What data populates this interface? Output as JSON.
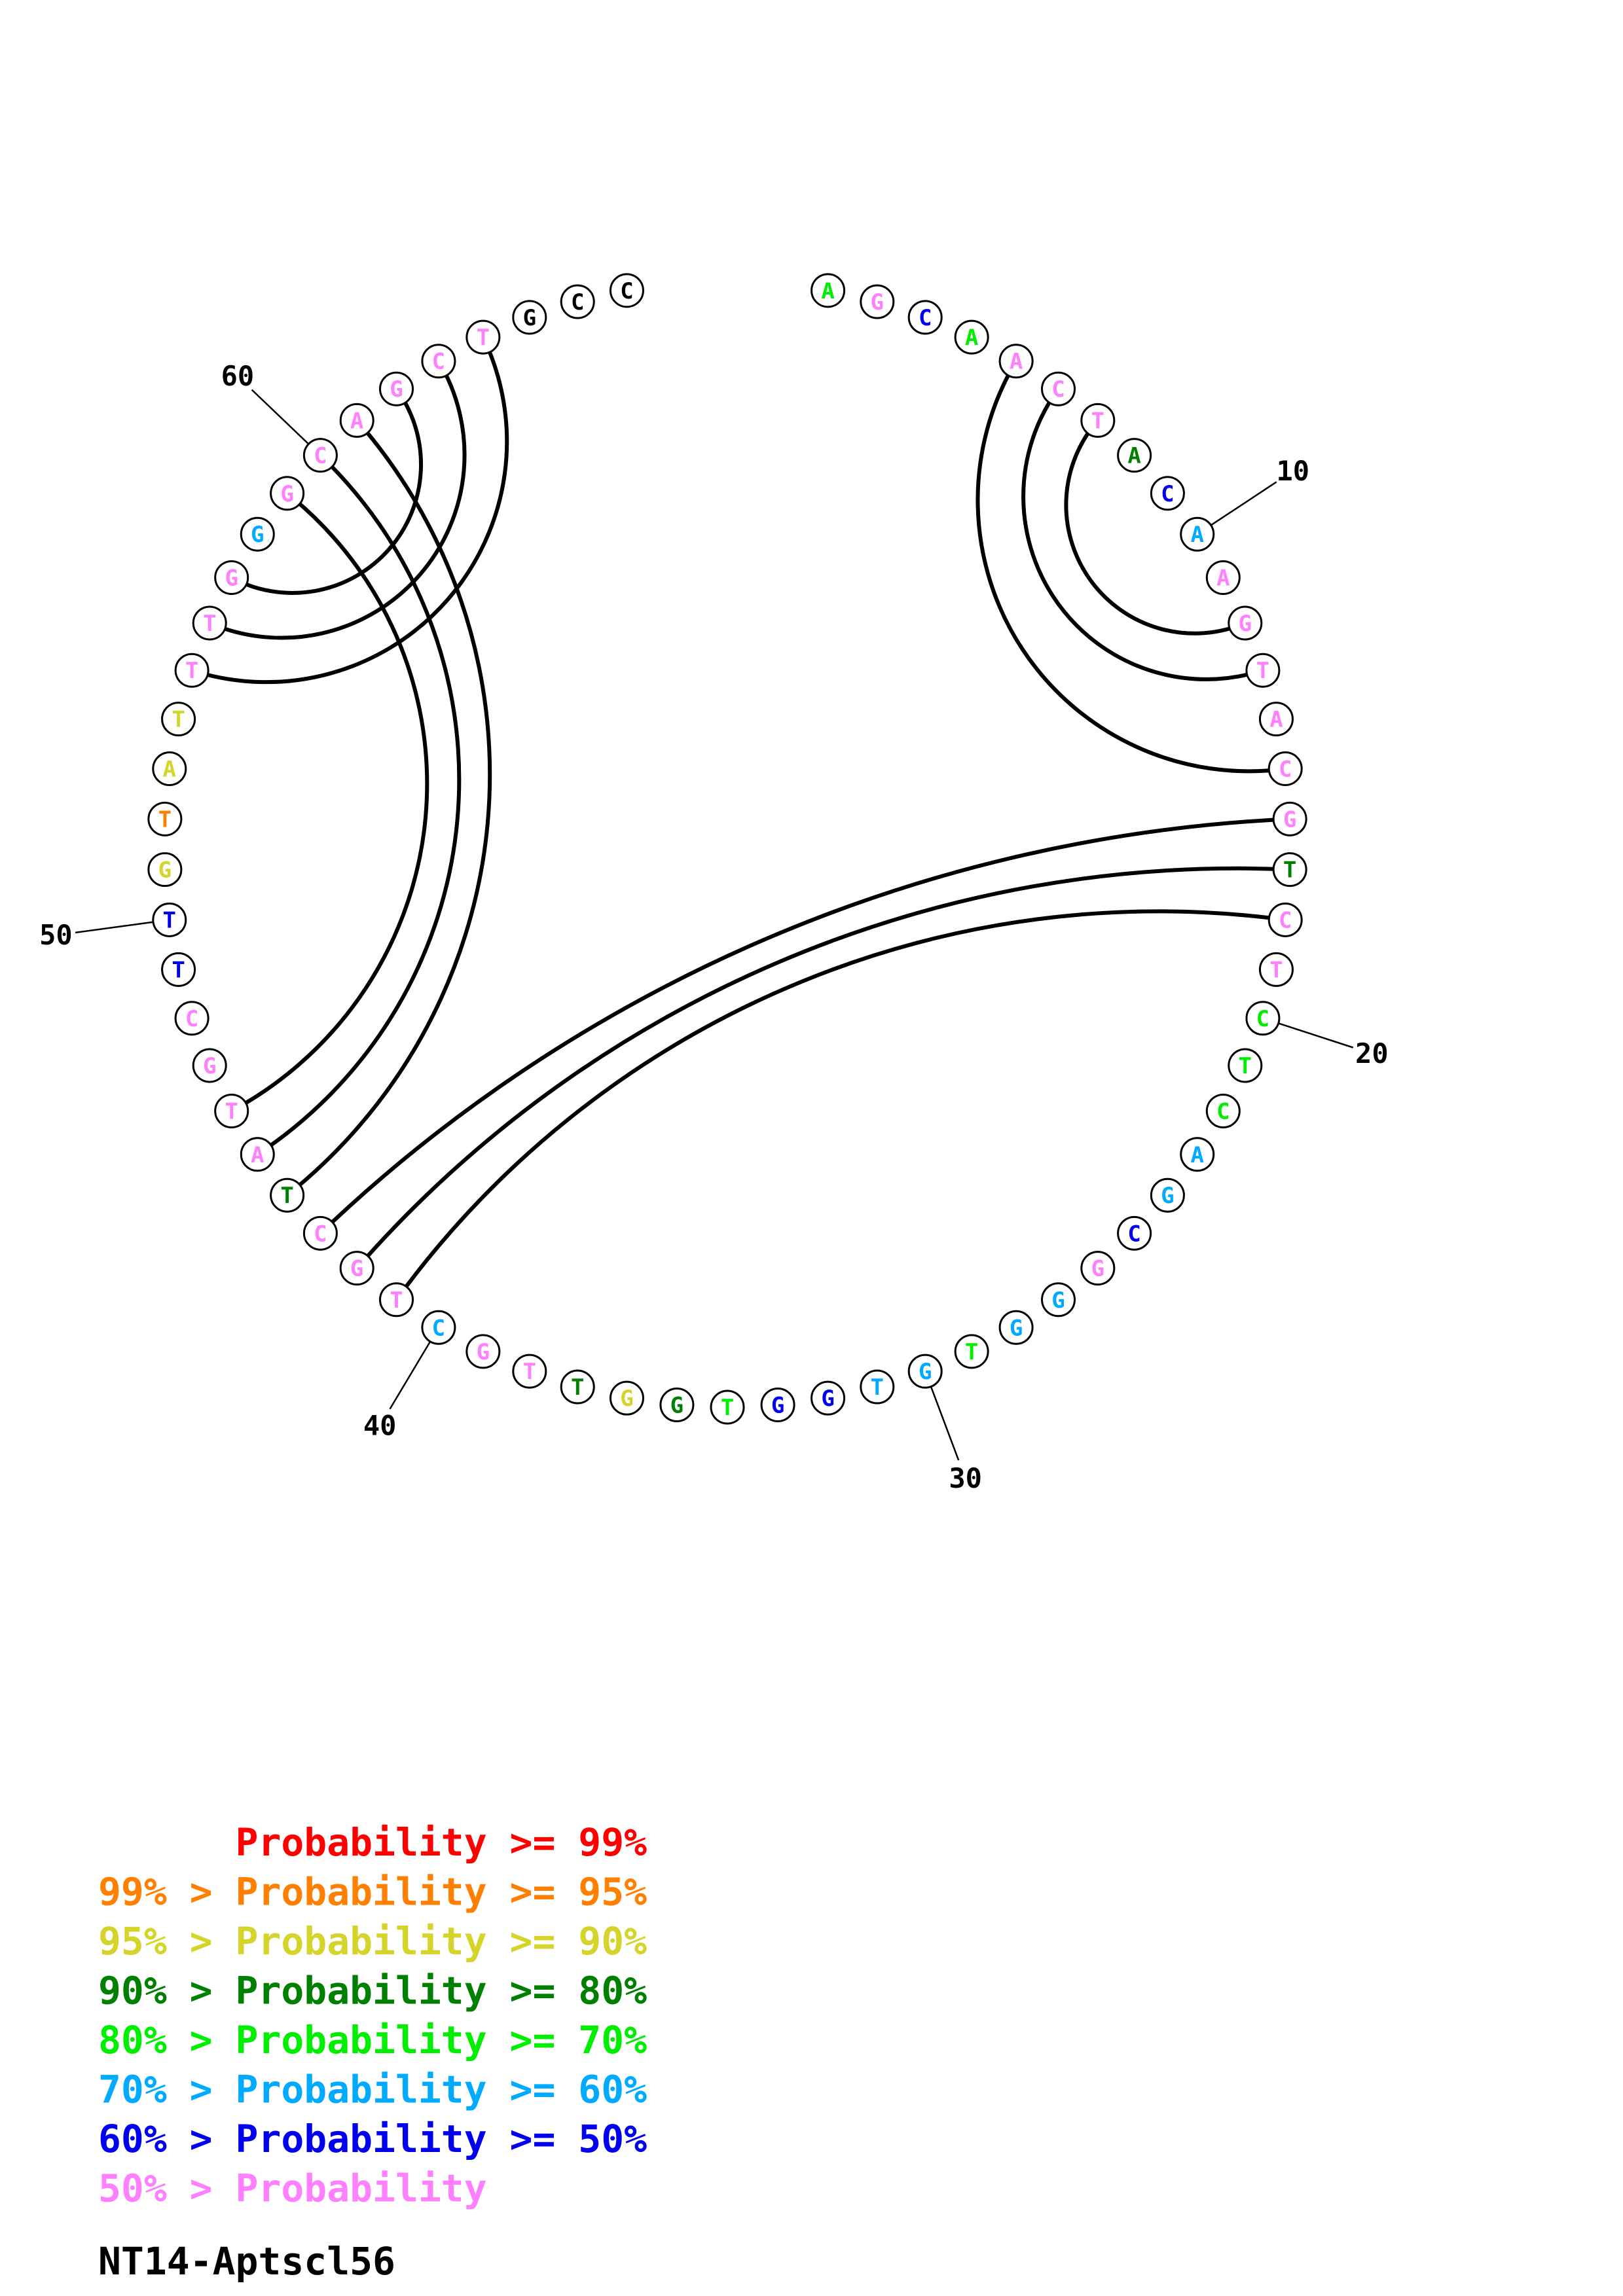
{
  "title": "NT14-Aptscl56",
  "sequence": "AGCAACTACAAGTACGTCTCTCAGCGGGTGTGGTGGTTGCTGCTATGCTTGTATTTGGGCAGCTGCC",
  "colors": {
    "red": "#ff0000",
    "orange": "#ff8000",
    "yellow": "#d4d42a",
    "darkgreen": "#008000",
    "green": "#00ee00",
    "cyan": "#00aaff",
    "blue": "#0000ee",
    "pink": "#ff80ff"
  },
  "base_colors": [
    "green",
    "pink",
    "blue",
    "green",
    "pink",
    "pink",
    "pink",
    "darkgreen",
    "blue",
    "cyan",
    "pink",
    "pink",
    "pink",
    "pink",
    "pink",
    "pink",
    "darkgreen",
    "pink",
    "pink",
    "green",
    "green",
    "green",
    "cyan",
    "cyan",
    "blue",
    "pink",
    "cyan",
    "cyan",
    "green",
    "cyan",
    "cyan",
    "blue",
    "blue",
    "green",
    "darkgreen",
    "yellow",
    "darkgreen",
    "pink",
    "pink",
    "cyan",
    "pink",
    "pink",
    "pink",
    "darkgreen",
    "pink",
    "pink",
    "pink",
    "pink",
    "blue",
    "blue",
    "yellow",
    "orange",
    "yellow",
    "yellow",
    "pink",
    "pink",
    "pink",
    "cyan",
    "pink",
    "pink",
    "pink",
    "pink",
    "pink",
    "pink"
  ],
  "pairs": [
    [
      5,
      15
    ],
    [
      6,
      13
    ],
    [
      7,
      12
    ],
    [
      16,
      43
    ],
    [
      17,
      42
    ],
    [
      18,
      41
    ],
    [
      44,
      61
    ],
    [
      45,
      60
    ],
    [
      46,
      59
    ],
    [
      55,
      64
    ],
    [
      56,
      63
    ],
    [
      57,
      62
    ]
  ],
  "tick_labels": [
    {
      "base": 10,
      "text": "10"
    },
    {
      "base": 20,
      "text": "20"
    },
    {
      "base": 30,
      "text": "30"
    },
    {
      "base": 40,
      "text": "40"
    },
    {
      "base": 50,
      "text": "50"
    },
    {
      "base": 60,
      "text": "60"
    }
  ],
  "legend": [
    {
      "text": "      Probability >= 99%",
      "color": "red"
    },
    {
      "text": "99% > Probability >= 95%",
      "color": "orange"
    },
    {
      "text": "95% > Probability >= 90%",
      "color": "yellow"
    },
    {
      "text": "90% > Probability >= 80%",
      "color": "darkgreen"
    },
    {
      "text": "80% > Probability >= 70%",
      "color": "green"
    },
    {
      "text": "70% > Probability >= 60%",
      "color": "cyan"
    },
    {
      "text": "60% > Probability >= 50%",
      "color": "blue"
    },
    {
      "text": "50% > Probability",
      "color": "pink"
    }
  ]
}
